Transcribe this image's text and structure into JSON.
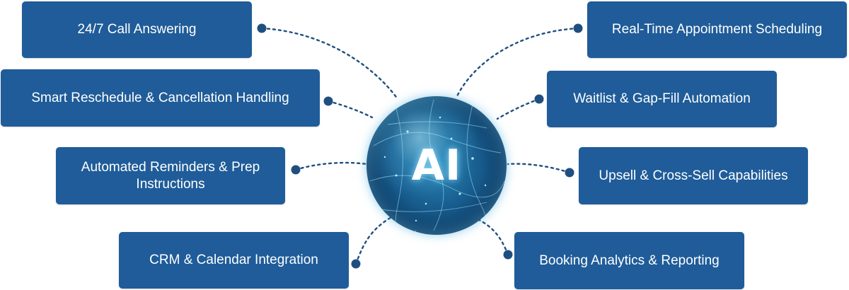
{
  "center": {
    "label": "AI"
  },
  "features_left": [
    {
      "label": "24/7 Call Answering"
    },
    {
      "label": "Smart Reschedule & Cancellation Handling"
    },
    {
      "label": "Automated Reminders & Prep Instructions"
    },
    {
      "label": "CRM & Calendar Integration"
    }
  ],
  "features_right": [
    {
      "label": "Real-Time Appointment Scheduling"
    },
    {
      "label": "Waitlist & Gap-Fill Automation"
    },
    {
      "label": "Upsell & Cross-Sell Capabilities"
    },
    {
      "label": "Booking Analytics & Reporting"
    }
  ],
  "colors": {
    "box_fill": "#1f5c99",
    "connector": "#1f4f80",
    "orb_core": "#175b8c",
    "text": "#ffffff"
  }
}
